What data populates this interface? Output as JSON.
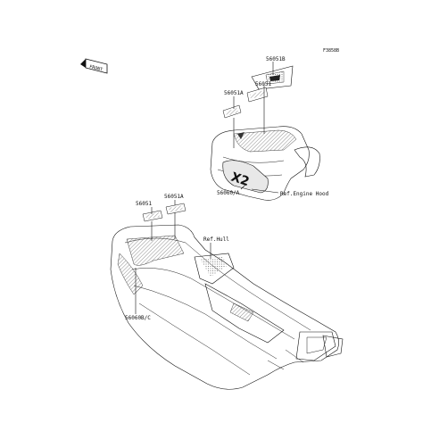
{
  "figure_code": "F3858B",
  "front_marker": "FRONT",
  "labels": {
    "p56051b": "56051B",
    "p56051_top": "56051",
    "p56051a_top": "56051A",
    "p56060a": "56060/A",
    "p56051_bottom": "56051",
    "p56051a_bottom": "56051A",
    "p56060bc": "56060B/C"
  },
  "references": {
    "engine_hood": "Ref.Engine Hood",
    "hull": "Ref.Hull"
  },
  "decal_text": {
    "hood_logo": "X2"
  }
}
